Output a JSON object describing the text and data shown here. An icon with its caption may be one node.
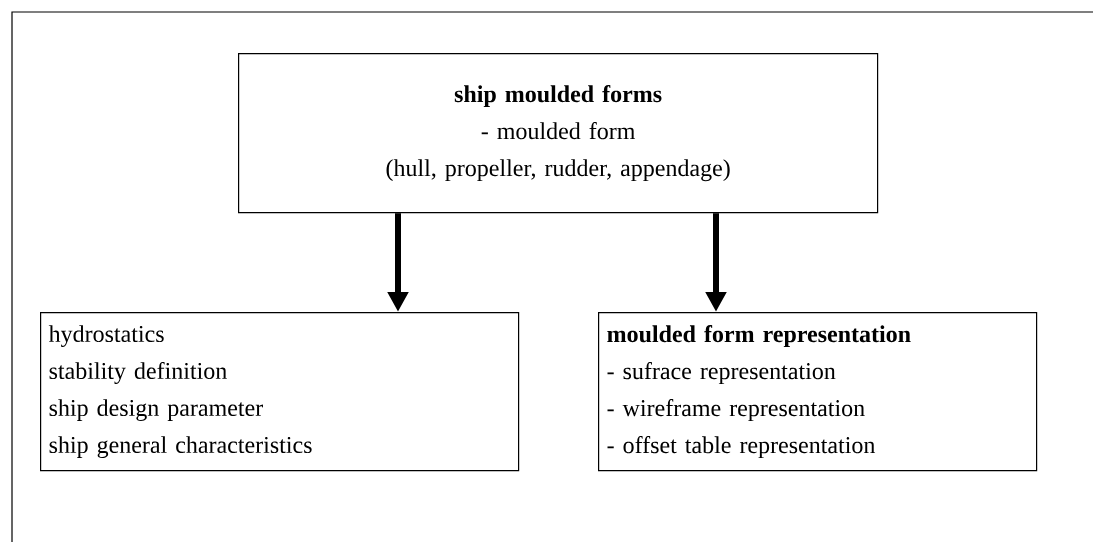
{
  "diagram": {
    "nodes": [
      {
        "text": [
          "ship moulded forms",
          "- moulded form",
          "(hull, propeller, rudder, appendage)"
        ]
      },
      {
        "text": [
          "hydrostatics",
          "stability definition",
          "ship design parameter",
          "ship general characteristics"
        ]
      },
      {
        "text": [
          "moulded form representation",
          "- sufrace representation",
          "- wireframe representation",
          "- offset table representation"
        ]
      }
    ],
    "edges": [
      {
        "from": 0,
        "to": 1,
        "arrow": "to"
      },
      {
        "from": 0,
        "to": 2,
        "arrow": "to"
      }
    ]
  }
}
